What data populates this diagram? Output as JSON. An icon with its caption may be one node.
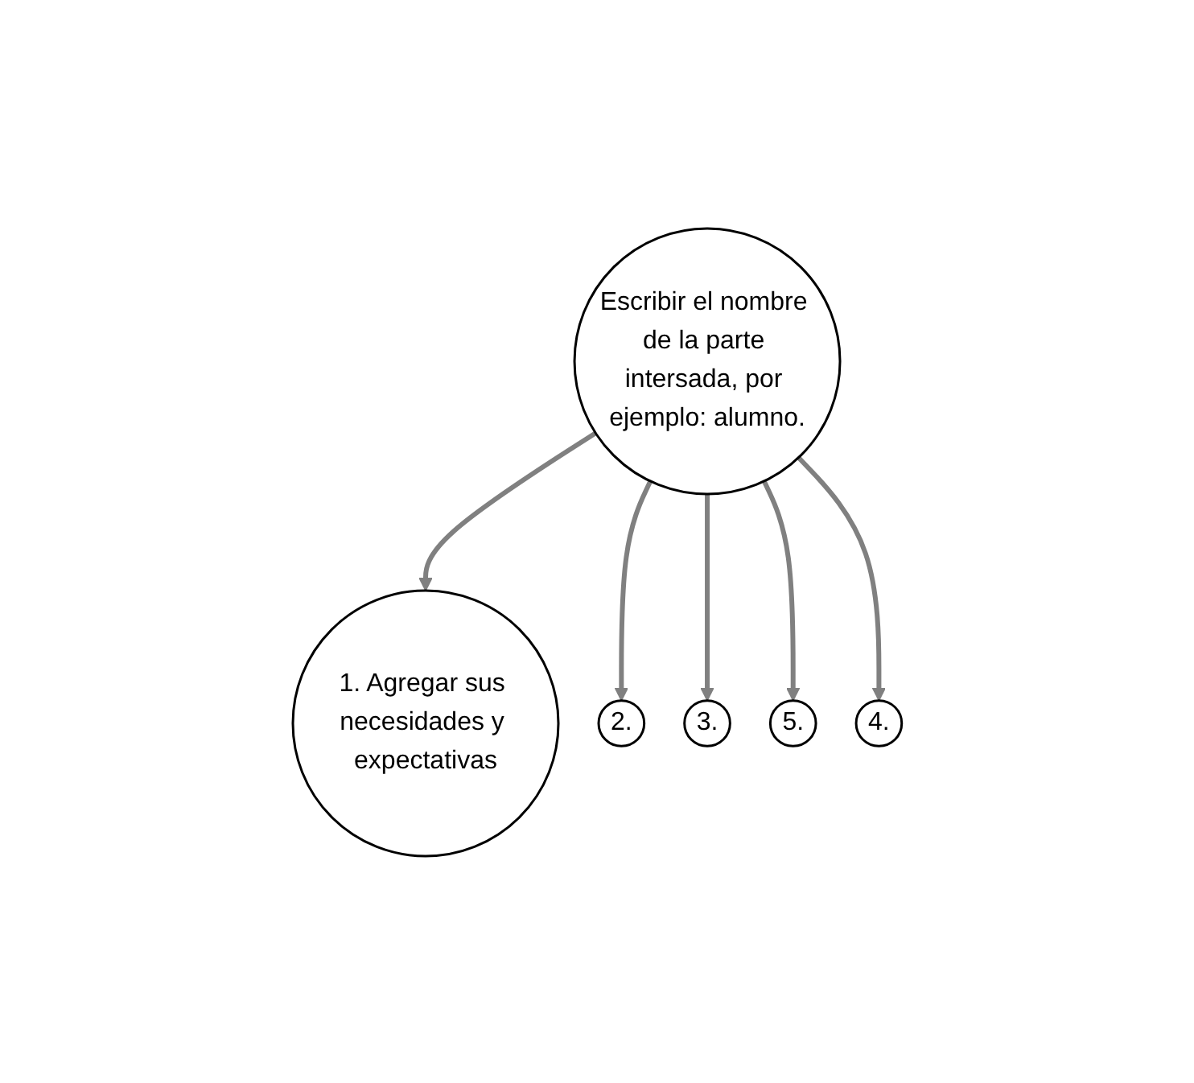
{
  "diagram": {
    "nodes": [
      {
        "text": [
          "1. Agregar sus necesidades y expectativas"
        ]
      },
      {
        "text": [
          "4."
        ]
      },
      {
        "text": [
          "Escribir el nombre de la parte intersada, por ejemplo: alumno."
        ]
      },
      {
        "text": [
          "2."
        ]
      },
      {
        "text": [
          "5."
        ]
      },
      {
        "text": [
          "3."
        ]
      }
    ],
    "edges": [
      {
        "from": 2,
        "to": 0,
        "arrow": "to"
      },
      {
        "from": 2,
        "to": 3,
        "arrow": "to"
      },
      {
        "from": 2,
        "to": 5,
        "arrow": "to"
      },
      {
        "from": 2,
        "to": 4,
        "arrow": "to"
      },
      {
        "from": 2,
        "to": 1,
        "arrow": "to"
      }
    ]
  }
}
